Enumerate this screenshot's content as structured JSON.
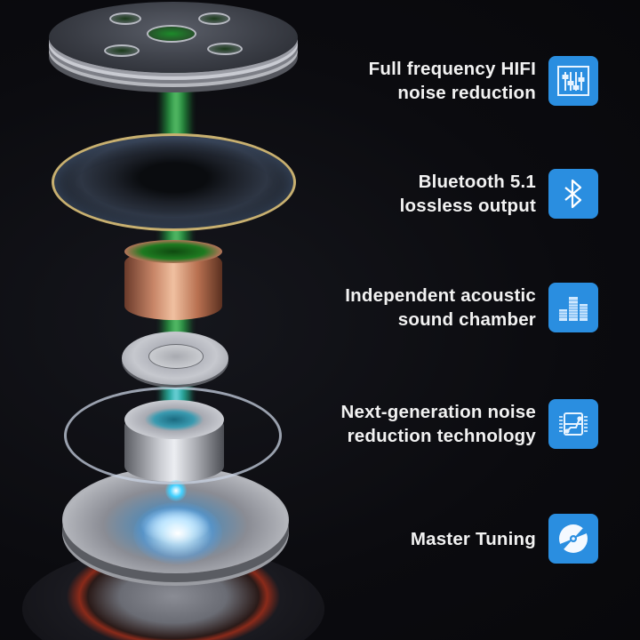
{
  "illustration": {
    "subject": "exploded earbud driver assembly",
    "parts": [
      "top-cover",
      "diaphragm",
      "voice-coil",
      "washer",
      "gasket-ring",
      "magnet",
      "driver-frame",
      "base-housing"
    ],
    "beam_color": "#32e05a",
    "flare_color": "#40d0ff"
  },
  "features": [
    {
      "line1": "Full frequency HIFI",
      "line2": "noise reduction",
      "icon": "equalizer-sliders-icon"
    },
    {
      "line1": "Bluetooth 5.1",
      "line2": "lossless output",
      "icon": "bluetooth-icon"
    },
    {
      "line1": "Independent acoustic",
      "line2": "sound chamber",
      "icon": "bar-chart-icon"
    },
    {
      "line1": "Next-generation noise",
      "line2": "reduction technology",
      "icon": "circuit-chip-icon"
    },
    {
      "line1": "Master Tuning",
      "line2": "",
      "icon": "disc-icon"
    }
  ],
  "colors": {
    "background": "#0c0c10",
    "icon_tile": "#2a8ee0",
    "text": "#f2f2f2"
  }
}
